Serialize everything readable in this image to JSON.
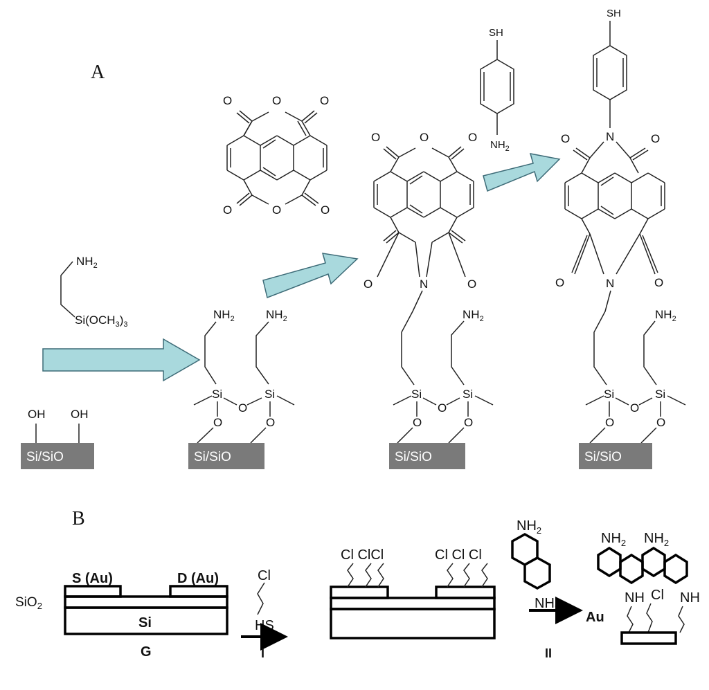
{
  "panels": {
    "a": {
      "label": "A"
    },
    "b": {
      "label": "B"
    }
  },
  "labels": {
    "oh": "OH",
    "si_atom": "Si",
    "o_atom": "O",
    "n_atom": "N",
    "nh2_base": "NH",
    "sub2": "2",
    "sub3": "3",
    "sh": "SH",
    "substrate": "Si/SiO",
    "aptms_base": "Si(OCH",
    "aptms_close": ")",
    "cl": "Cl",
    "hs": "HS",
    "source": "S (Au)",
    "drain": "D (Au)",
    "sio2_base": "SiO",
    "si_layer": "Si",
    "gate": "G",
    "step1": "I",
    "step2": "II",
    "au": "Au",
    "nh": "NH",
    "cl_group": "Cl Cl Cl",
    "clclcl": "Cl ClCl"
  },
  "colors": {
    "arrow_fill": "#a9d9dd",
    "arrow_stroke": "#3d6b77",
    "substrate_fill": "#7a7a7a"
  }
}
